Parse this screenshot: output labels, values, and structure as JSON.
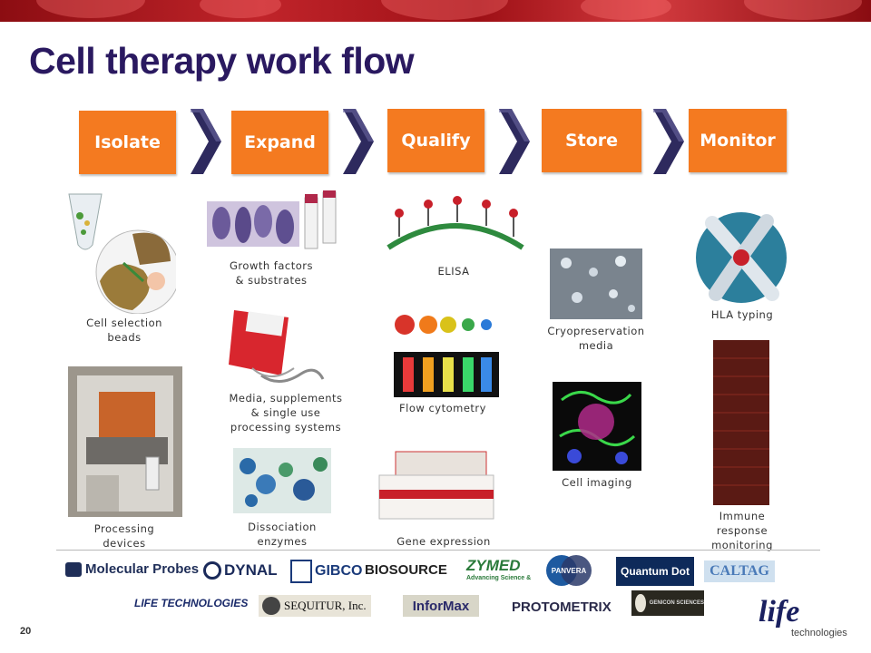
{
  "title": "Cell therapy work flow",
  "page_number": "20",
  "steps": [
    {
      "label": "Isolate"
    },
    {
      "label": "Expand"
    },
    {
      "label": "Qualify"
    },
    {
      "label": "Store"
    },
    {
      "label": "Monitor"
    }
  ],
  "captions": {
    "cell_selection_beads": "Cell selection\nbeads",
    "processing_devices": "Processing\ndevices",
    "growth_factors": "Growth factors\n& substrates",
    "media_supplements": "Media, supplements\n& single use\nprocessing systems",
    "dissociation_enzymes": "Dissociation\nenzymes",
    "elisa": "ELISA",
    "flow_cytometry": "Flow cytometry",
    "gene_expression": "Gene expression",
    "cryopreservation_media": "Cryopreservation\nmedia",
    "cell_imaging": "Cell imaging",
    "hla_typing": "HLA typing",
    "immune_response": "Immune\nresponse\nmonitoring"
  },
  "logos": {
    "molecular_probes": "Molecular Probes",
    "dynal": "DYNAL",
    "gibco": "GIBCO",
    "biosource": "BIOSOURCE",
    "zymed": "ZYMED",
    "zymed_sub": "Advancing Science &",
    "panvera": "PANVERA",
    "quantum_dot": "Quantum Dot",
    "caltag": "CALTAG",
    "life_technologies_old": "LIFE TECHNOLOGIES",
    "sequitur": "SEQUITUR, Inc.",
    "informax": "InforMax",
    "protometrix": "PROTOMETRIX",
    "genicon": "GENICON SCIENCES",
    "life_brand": "life",
    "life_brand_sub": "technologies"
  },
  "colors": {
    "step_orange": "#f47a20",
    "title_purple": "#2a1960",
    "chevron_navy": "#2e2a5e",
    "banner_red": "#b01a20"
  }
}
